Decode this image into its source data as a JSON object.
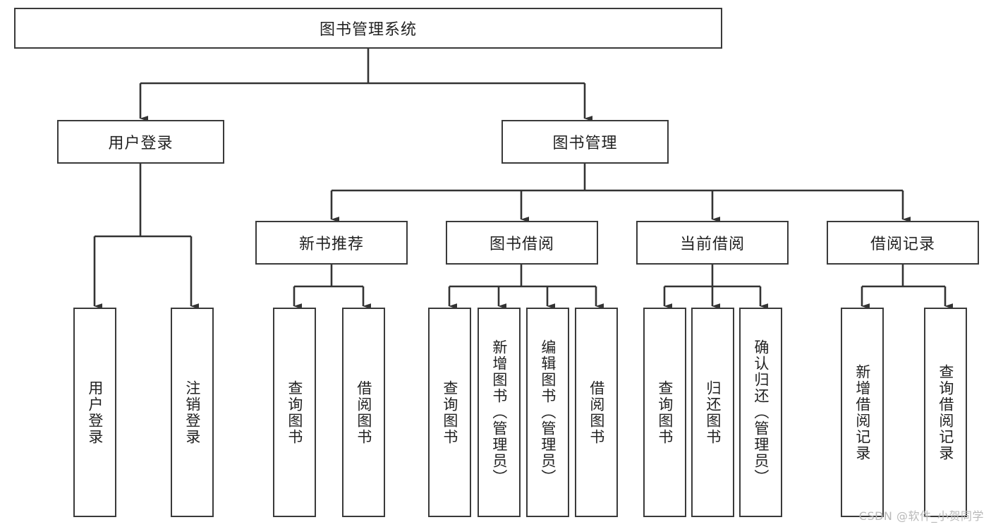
{
  "diagram": {
    "title": "图书管理系统",
    "type": "功能结构图",
    "root": {
      "label": "图书管理系统"
    },
    "level2": [
      {
        "id": "user-login",
        "label": "用户登录"
      },
      {
        "id": "book-manage",
        "label": "图书管理"
      }
    ],
    "level3": [
      {
        "id": "new-book-rec",
        "label": "新书推荐",
        "parent": "book-manage"
      },
      {
        "id": "book-borrow",
        "label": "图书借阅",
        "parent": "book-manage"
      },
      {
        "id": "current-borrow",
        "label": "当前借阅",
        "parent": "book-manage"
      },
      {
        "id": "borrow-record",
        "label": "借阅记录",
        "parent": "book-manage"
      }
    ],
    "leaves": [
      {
        "id": "leaf-1",
        "label": "用户登录",
        "parent": "user-login"
      },
      {
        "id": "leaf-2",
        "label": "注销登录",
        "parent": "user-login"
      },
      {
        "id": "leaf-3",
        "label": "查询图书",
        "parent": "new-book-rec"
      },
      {
        "id": "leaf-4",
        "label": "借阅图书",
        "parent": "new-book-rec"
      },
      {
        "id": "leaf-5",
        "label": "查询图书",
        "parent": "book-borrow"
      },
      {
        "id": "leaf-6",
        "label": "新增图书（管理员）",
        "parent": "book-borrow"
      },
      {
        "id": "leaf-7",
        "label": "编辑图书（管理员）",
        "parent": "book-borrow"
      },
      {
        "id": "leaf-8",
        "label": "借阅图书",
        "parent": "book-borrow"
      },
      {
        "id": "leaf-9",
        "label": "查询图书",
        "parent": "current-borrow"
      },
      {
        "id": "leaf-10",
        "label": "归还图书",
        "parent": "current-borrow"
      },
      {
        "id": "leaf-11",
        "label": "确认归还（管理员）",
        "parent": "current-borrow"
      },
      {
        "id": "leaf-12",
        "label": "新增借阅记录",
        "parent": "borrow-record"
      },
      {
        "id": "leaf-13",
        "label": "查询借阅记录",
        "parent": "borrow-record"
      }
    ]
  },
  "watermark": {
    "text": "CSDN @软件_小贺同学"
  },
  "colors": {
    "box_border": "#3a3a3a",
    "box_fill": "#ffffff",
    "line": "#333333",
    "text": "#222222",
    "watermark": "#b9b9b9"
  }
}
